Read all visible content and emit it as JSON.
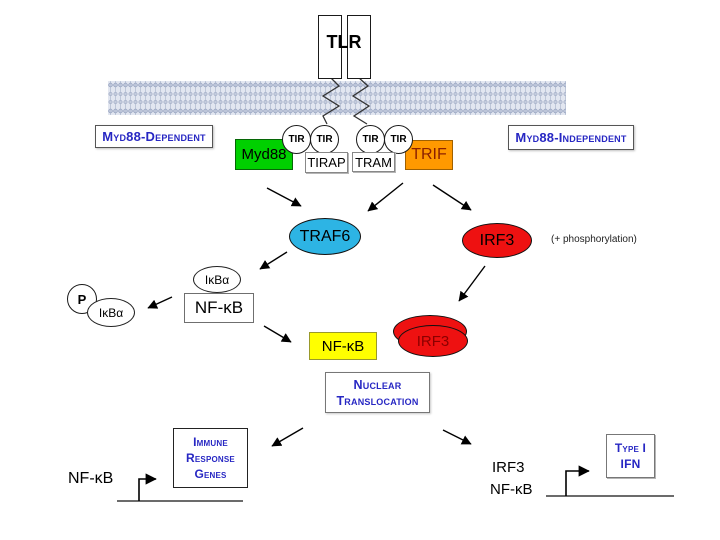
{
  "colors": {
    "myd88_green": "#00d000",
    "trif_orange": "#ff9900",
    "traf6_cyan": "#2db4e4",
    "irf3_red": "#ee1111",
    "nfkb_yellow": "#ffff00",
    "label_blue": "#2727c3",
    "membrane_blue_gray": "#bcc5d9"
  },
  "receptor": {
    "label": "TLR"
  },
  "pathway_labels": {
    "dependent": "Myd88-Dependent",
    "independent": "Myd88-Independent"
  },
  "adapters": {
    "myd88": "Myd88",
    "tir": "TIR",
    "tirap": "TIRAP",
    "tram": "TRAM",
    "trif": "TRIF"
  },
  "signaling": {
    "traf6": "TRAF6",
    "irf3": "IRF3",
    "phosphorylation_note": "(+ phosphorylation)",
    "ikba": "IκBα",
    "nfkb": "NF-κB",
    "phospho_p": "P"
  },
  "nucleus": {
    "nfkb": "NF-κB",
    "irf3": "IRF3",
    "translocation_line1": "Nuclear",
    "translocation_line2": "Translocation"
  },
  "genes": {
    "left_tf": "NF-κB",
    "immune_line1": "Immune",
    "immune_line2": "Response",
    "immune_line3": "Genes",
    "right_tf1": "IRF3",
    "right_tf2": "NF-κB",
    "type1_line1": "Type I",
    "type1_line2": "IFN"
  }
}
